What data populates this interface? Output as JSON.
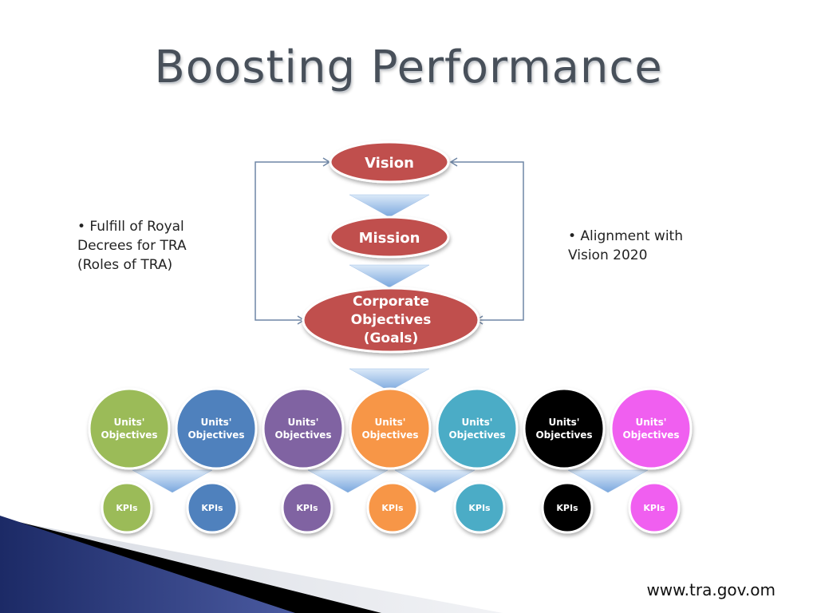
{
  "slide": {
    "title": "Boosting Performance",
    "left_note": "• Fulfill of Royal\nDecrees for TRA\n(Roles of TRA)",
    "right_note": "• Alignment with\nVision 2020",
    "footer_url": "www.tra.gov.om"
  },
  "diagram": {
    "vision": "Vision",
    "mission": "Mission",
    "corporate_lines": [
      "Corporate",
      "Objectives",
      "(Goals)"
    ],
    "unit_label_lines": [
      "Units'",
      "Objectives"
    ],
    "kpi_label": "KPIs",
    "units": [
      {
        "color": "#9bbb59"
      },
      {
        "color": "#4f81bd"
      },
      {
        "color": "#8064a2"
      },
      {
        "color": "#f79646"
      },
      {
        "color": "#4bacc6"
      },
      {
        "color": "#000000"
      },
      {
        "color": "#f05ff0"
      }
    ],
    "kpis": [
      {
        "color": "#9bbb59"
      },
      {
        "color": "#4f81bd"
      },
      {
        "color": "#8064a2"
      },
      {
        "color": "#f79646"
      },
      {
        "color": "#4bacc6"
      },
      {
        "color": "#000000"
      },
      {
        "color": "#f05ff0"
      }
    ],
    "colors": {
      "top_ellipse": "#c0504d",
      "arrow_light": "#dbe9f8",
      "arrow_dark": "#7aa7de",
      "connector": "#6f86a5"
    }
  }
}
